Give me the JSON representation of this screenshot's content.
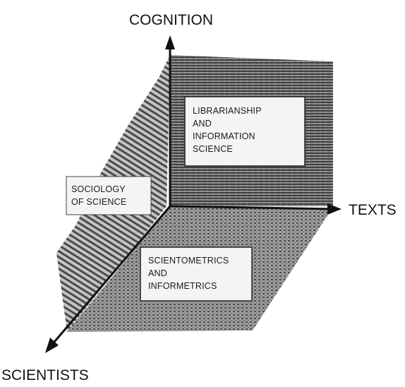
{
  "axes": {
    "vertical": "COGNITION",
    "horizontal": "TEXTS",
    "diagonal": "SCIENTISTS"
  },
  "regions": {
    "librarianship": [
      "LIBRARIANSHIP",
      "AND",
      "INFORMATION",
      "SCIENCE"
    ],
    "sociology": [
      "SOCIOLOGY",
      "OF SCIENCE"
    ],
    "scientometrics": [
      "SCIENTOMETRICS",
      "AND",
      "INFORMETRICS"
    ]
  },
  "colors": {
    "ink": "#111111",
    "box_fill": "#f4f4f4",
    "hatch_back": "#5a5a5a",
    "hatch_floor": "#808080",
    "hatch_left": "#6a6a6a"
  }
}
